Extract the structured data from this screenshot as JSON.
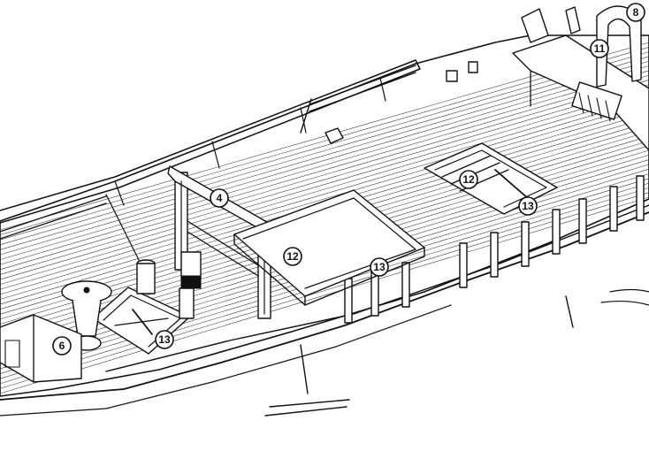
{
  "callouts": [
    {
      "id": "c4",
      "label": "4"
    },
    {
      "id": "c6",
      "label": "6"
    },
    {
      "id": "c8",
      "label": "8"
    },
    {
      "id": "c11",
      "label": "11"
    },
    {
      "id": "c12a",
      "label": "12"
    },
    {
      "id": "c12b",
      "label": "12"
    },
    {
      "id": "c13a",
      "label": "13"
    },
    {
      "id": "c13b",
      "label": "13"
    },
    {
      "id": "c13c",
      "label": "13"
    }
  ],
  "colors": {
    "ink": "#111111",
    "paper": "#ffffff"
  }
}
